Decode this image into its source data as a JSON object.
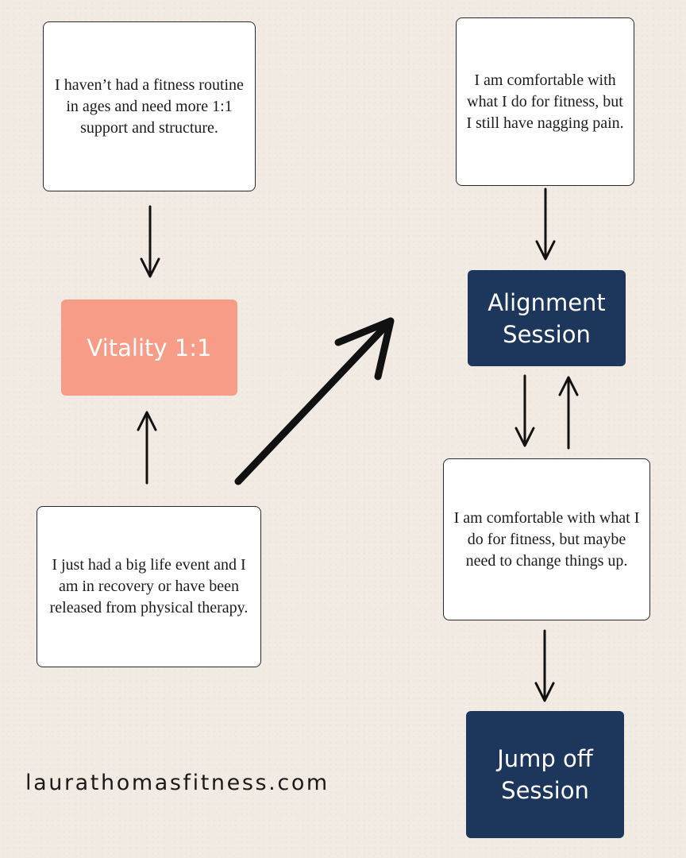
{
  "boxes": {
    "no_routine": "I haven’t had a fitness routine in ages and need more 1:1 support and structure.",
    "nagging_pain": "I am comfortable with what I do for fitness, but I still have nagging pain.",
    "life_event": "I just had a big life event and I am in recovery or have been released from physical therapy.",
    "change_up": "I am comfortable with what I do for fitness, but maybe need to change things up."
  },
  "sessions": {
    "vitality": "Vitality 1:1",
    "alignment": "Alignment Session",
    "jump_off": "Jump off Session"
  },
  "website": "laurathomasfitness.com",
  "colors": {
    "background": "#f2ebe4",
    "salmon": "#f79c86",
    "navy": "#1d375c",
    "arrow": "#111111"
  }
}
